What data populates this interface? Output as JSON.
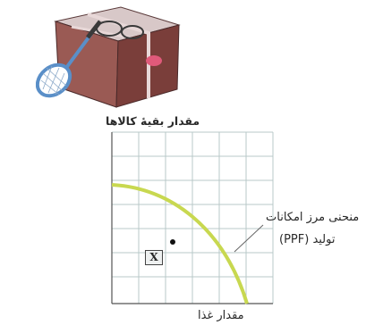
{
  "labels": {
    "other_goods": "مقدار بقیهٔ کالاها",
    "food": "مقدار غذا",
    "ppf_line1": "منحنی مرز امکانات",
    "ppf_line2": "تولید (PPF)",
    "point_marker": "X"
  },
  "colors": {
    "grid": "#b8c8c8",
    "ppf_curve": "#c8d850",
    "box": "#8b4b45",
    "box_top": "#d7c6c6",
    "racket_frame": "#5a8fc8",
    "point": "#111111"
  },
  "icons": {
    "illustration": "gift-box-with-tennis-racket"
  }
}
